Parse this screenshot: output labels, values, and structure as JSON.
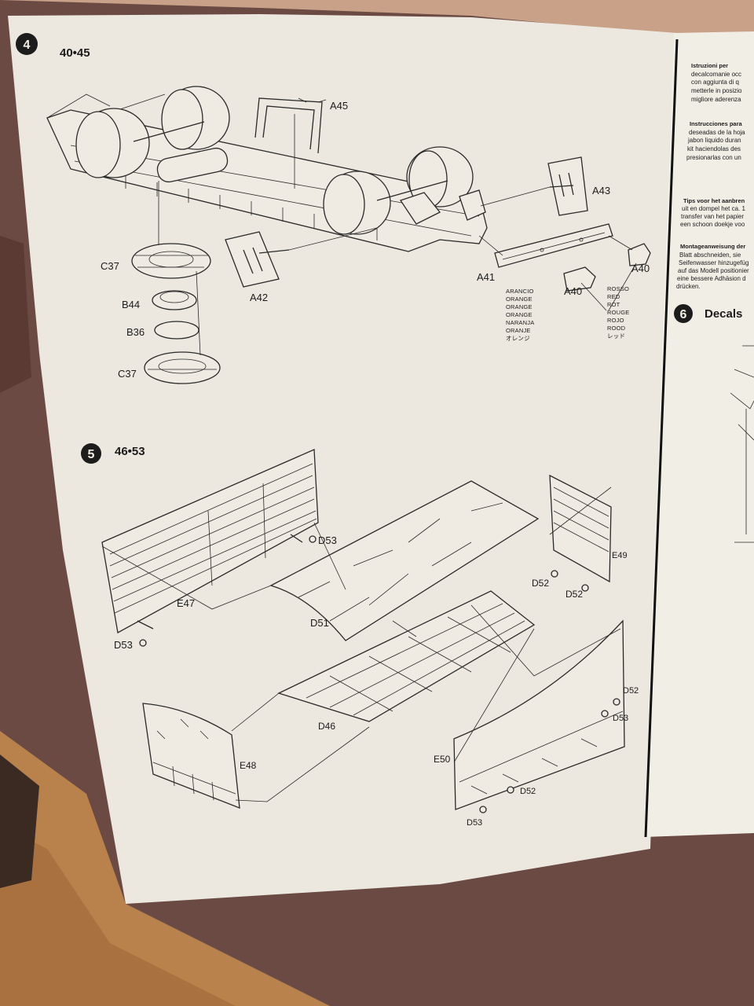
{
  "step4": {
    "number": "4",
    "range": "40•45",
    "parts": {
      "A45": "A45",
      "A43": "A43",
      "A42": "A42",
      "A41": "A41",
      "A40a": "A40",
      "A40b": "A40",
      "C37a": "C37",
      "C37b": "C37",
      "B44": "B44",
      "B36": "B36"
    },
    "color_orange": [
      "ARANCIO",
      "ORANGE",
      "ORANGE",
      "ORANGE",
      "NARANJA",
      "ORANJE",
      "オレンジ"
    ],
    "color_red": [
      "ROSSO",
      "RED",
      "ROT",
      "ROUGE",
      "ROJO",
      "ROOD",
      "レッド"
    ]
  },
  "step5": {
    "number": "5",
    "range": "46•53",
    "parts": {
      "E47": "E47",
      "E48": "E48",
      "E49": "E49",
      "E50": "E50",
      "D51": "D51",
      "D46": "D46",
      "D53a": "D53",
      "D53b": "D53",
      "D53c": "D53",
      "D53d": "D53",
      "D52a": "D52",
      "D52b": "D52",
      "D52c": "D52",
      "D52d": "D52"
    }
  },
  "step6": {
    "number": "6",
    "title": "Decals"
  },
  "right_column": {
    "it_head": "Istruzioni per",
    "it_lines": [
      "decalcomanie occ",
      "con aggiunta di q",
      "metterle in posizio",
      "migliore aderenza"
    ],
    "es_head": "Instrucciones para",
    "es_lines": [
      "deseadas de la hoja",
      "jabon liquido duran",
      "kit haciendolas des",
      "presionarlas con un"
    ],
    "nl_head": "Tips voor het aanbren",
    "nl_lines": [
      "uit en dompel het ca. 1",
      "transfer van het papier",
      "een schoon doekje voo"
    ],
    "de_head": "Montageanweisung der",
    "de_lines": [
      "Blatt abschneiden, sie",
      "Seifenwasser hinzugefüg",
      "auf das Modell positionier",
      "eine bessere Adhäsion d",
      "drücken."
    ]
  },
  "colors": {
    "paper": "#ece8df",
    "ink": "#1c1c1c",
    "background": "#6b4a43",
    "floor": "#b9824d"
  }
}
